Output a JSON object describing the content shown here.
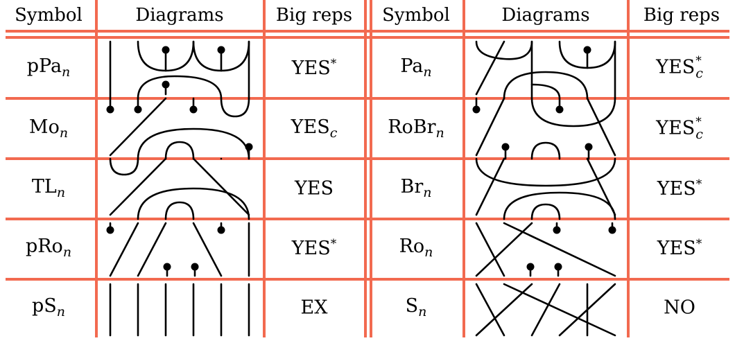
{
  "colors": {
    "grid": "#f26a50",
    "ink": "#000000",
    "background": "#ffffff"
  },
  "header": {
    "left": {
      "symbol": "Symbol",
      "diagrams": "Diagrams",
      "big_reps": "Big reps"
    },
    "right": {
      "symbol": "Symbol",
      "diagrams": "Diagrams",
      "big_reps": "Big reps"
    }
  },
  "rows": [
    {
      "left": {
        "symbol_base": "pPa",
        "symbol_sub": "n",
        "big_reps_base": "YES",
        "big_reps_sup": "*",
        "big_reps_sub": ""
      },
      "right": {
        "symbol_base": "Pa",
        "symbol_sub": "n",
        "big_reps_base": "YES",
        "big_reps_sup": "*",
        "big_reps_sub": "c"
      }
    },
    {
      "left": {
        "symbol_base": "Mo",
        "symbol_sub": "n",
        "big_reps_base": "YES",
        "big_reps_sup": "",
        "big_reps_sub": "c"
      },
      "right": {
        "symbol_base": "RoBr",
        "symbol_sub": "n",
        "big_reps_base": "YES",
        "big_reps_sup": "*",
        "big_reps_sub": "c"
      }
    },
    {
      "left": {
        "symbol_base": "TL",
        "symbol_sub": "n",
        "big_reps_base": "YES",
        "big_reps_sup": "",
        "big_reps_sub": ""
      },
      "right": {
        "symbol_base": "Br",
        "symbol_sub": "n",
        "big_reps_base": "YES",
        "big_reps_sup": "*",
        "big_reps_sub": ""
      }
    },
    {
      "left": {
        "symbol_base": "pRo",
        "symbol_sub": "n",
        "big_reps_base": "YES",
        "big_reps_sup": "*",
        "big_reps_sub": ""
      },
      "right": {
        "symbol_base": "Ro",
        "symbol_sub": "n",
        "big_reps_base": "YES",
        "big_reps_sup": "*",
        "big_reps_sub": ""
      }
    },
    {
      "left": {
        "symbol_base": "pS",
        "symbol_sub": "n",
        "big_reps_base": "EX",
        "big_reps_sup": "",
        "big_reps_sub": ""
      },
      "right": {
        "symbol_base": "S",
        "symbol_sub": "n",
        "big_reps_base": "NO",
        "big_reps_sup": "",
        "big_reps_sub": ""
      }
    }
  ]
}
